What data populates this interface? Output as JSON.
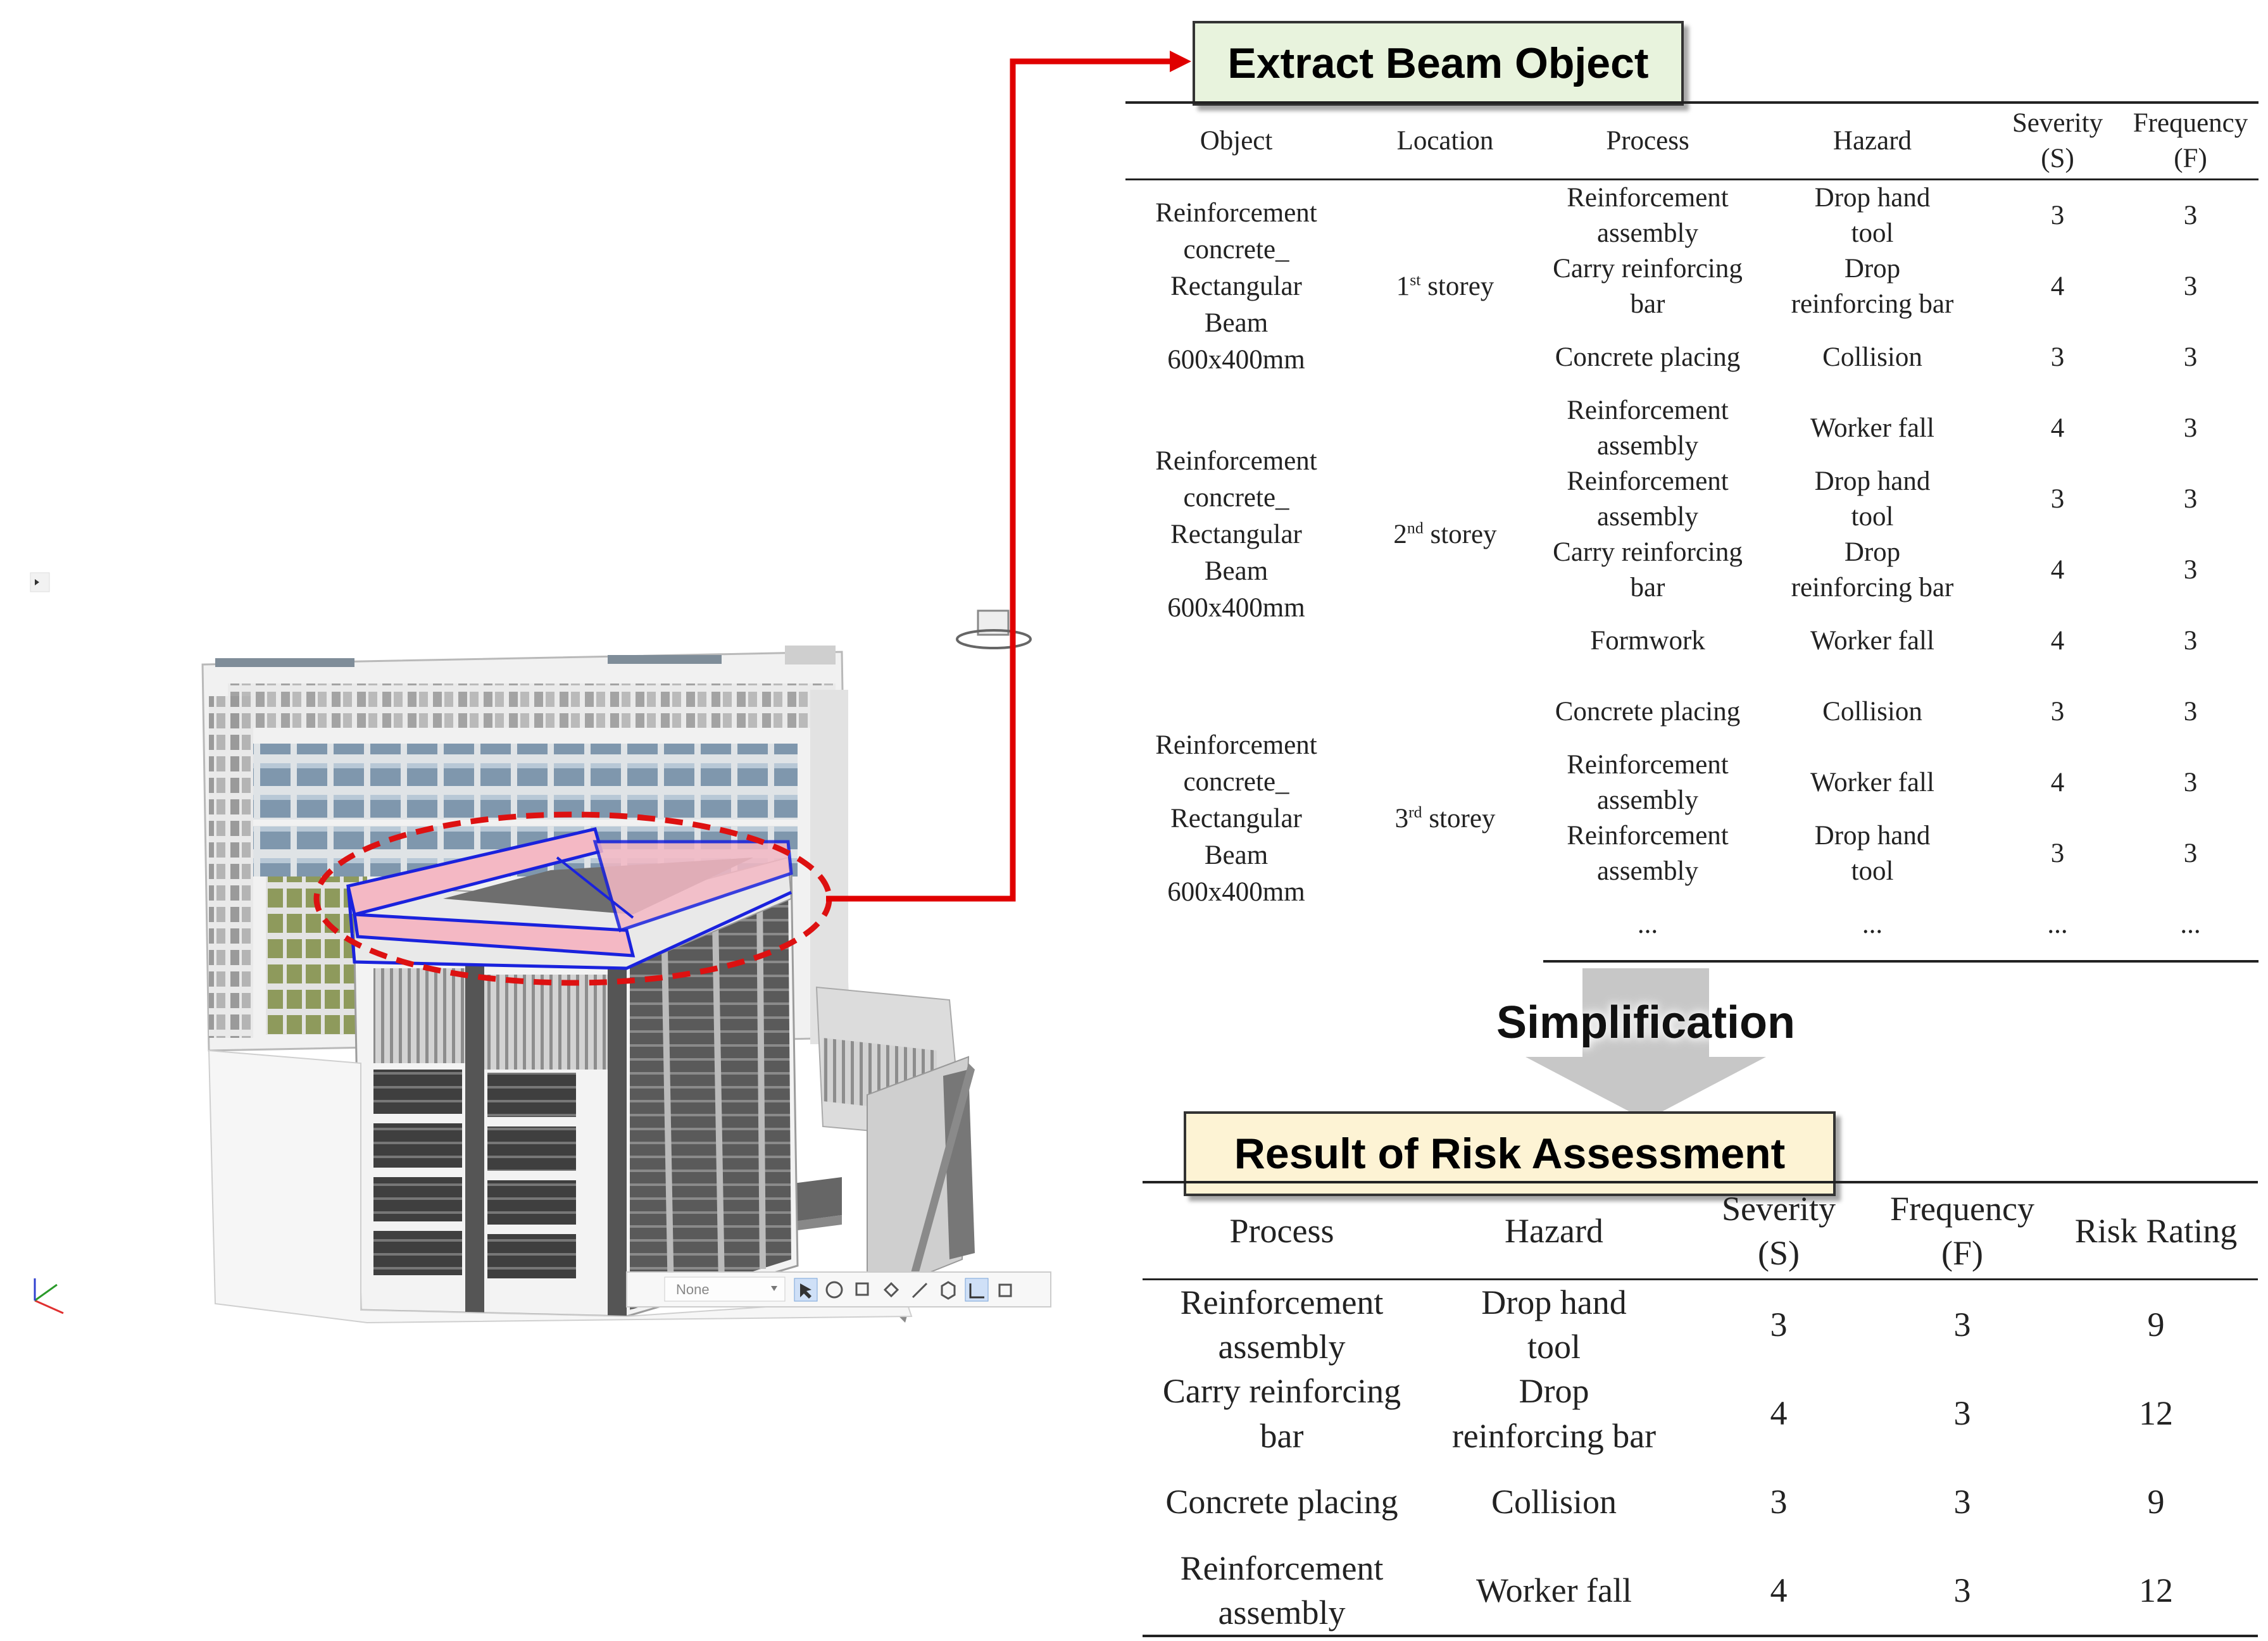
{
  "extract_label": "Extract Beam Object",
  "simplification_label": "Simplification",
  "result_label": "Result of Risk Assessment",
  "viewer": {
    "filter_value": "None"
  },
  "table1": {
    "headers": [
      "Object",
      "Location",
      "Process",
      "Hazard",
      "Severity\n(S)",
      "Frequency\n(F)"
    ],
    "groups": [
      {
        "object": "Reinforcement\nconcrete_\nRectangular\nBeam\n600x400mm",
        "location_num": "1",
        "location_sup": "st",
        "location_word": " storey",
        "rows": [
          {
            "process": "Reinforcement\nassembly",
            "hazard": "Drop hand\ntool",
            "s": "3",
            "f": "3"
          },
          {
            "process": "Carry reinforcing\nbar",
            "hazard": "Drop\nreinforcing bar",
            "s": "4",
            "f": "3"
          },
          {
            "process": "Concrete placing",
            "hazard": "Collision",
            "s": "3",
            "f": "3"
          }
        ]
      },
      {
        "object": "Reinforcement\nconcrete_\nRectangular\nBeam\n600x400mm",
        "location_num": "2",
        "location_sup": "nd",
        "location_word": " storey",
        "rows": [
          {
            "process": "Reinforcement\nassembly",
            "hazard": "Worker fall",
            "s": "4",
            "f": "3"
          },
          {
            "process": "Reinforcement\nassembly",
            "hazard": "Drop hand\ntool",
            "s": "3",
            "f": "3"
          },
          {
            "process": "Carry reinforcing\nbar",
            "hazard": "Drop\nreinforcing bar",
            "s": "4",
            "f": "3"
          },
          {
            "process": "Formwork",
            "hazard": "Worker fall",
            "s": "4",
            "f": "3"
          }
        ]
      },
      {
        "object": "Reinforcement\nconcrete_\nRectangular\nBeam\n600x400mm",
        "location_num": "3",
        "location_sup": "rd",
        "location_word": " storey",
        "rows": [
          {
            "process": "Concrete placing",
            "hazard": "Collision",
            "s": "3",
            "f": "3"
          },
          {
            "process": "Reinforcement\nassembly",
            "hazard": "Worker fall",
            "s": "4",
            "f": "3"
          },
          {
            "process": "Reinforcement\nassembly",
            "hazard": "Drop hand\ntool",
            "s": "3",
            "f": "3"
          },
          {
            "process": "...",
            "hazard": "...",
            "s": "...",
            "f": "..."
          }
        ]
      }
    ]
  },
  "table2": {
    "headers": [
      "Process",
      "Hazard",
      "Severity\n(S)",
      "Frequency\n(F)",
      "Risk Rating"
    ],
    "rows": [
      {
        "process": "Reinforcement\nassembly",
        "hazard": "Drop hand\ntool",
        "s": "3",
        "f": "3",
        "risk": "9"
      },
      {
        "process": "Carry reinforcing\nbar",
        "hazard": "Drop\nreinforcing bar",
        "s": "4",
        "f": "3",
        "risk": "12"
      },
      {
        "process": "Concrete placing",
        "hazard": "Collision",
        "s": "3",
        "f": "3",
        "risk": "9"
      },
      {
        "process": "Reinforcement\nassembly",
        "hazard": "Worker fall",
        "s": "4",
        "f": "3",
        "risk": "12"
      }
    ]
  },
  "colors": {
    "connector": "#e00000",
    "highlight_ellipse": "#dd1111",
    "beam_outline": "#1a22dd",
    "beam_fill": "#f4b8c4",
    "extract_bg": "#e8f3dd",
    "result_bg": "#fdf3d4"
  }
}
